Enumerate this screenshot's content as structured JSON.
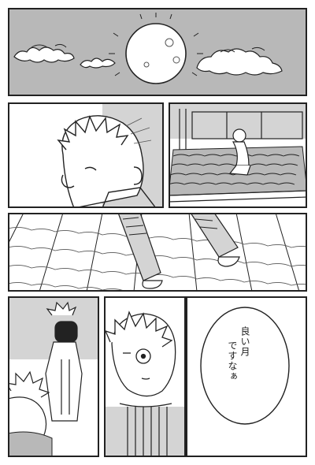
{
  "panels": [
    {
      "id": "panel-moon-sky"
    },
    {
      "id": "panel-character-closeup"
    },
    {
      "id": "panel-rooftop-scene"
    },
    {
      "id": "panel-roof-tiles"
    },
    {
      "id": "panel-duo"
    },
    {
      "id": "panel-face-closeup"
    },
    {
      "id": "panel-speech"
    }
  ],
  "speech": {
    "line1": "良い月",
    "line2": "ですなぁ"
  },
  "colors": {
    "ink": "#222222",
    "tone": "#b8b8b8",
    "tone_light": "#d4d4d4",
    "paper": "#ffffff"
  }
}
